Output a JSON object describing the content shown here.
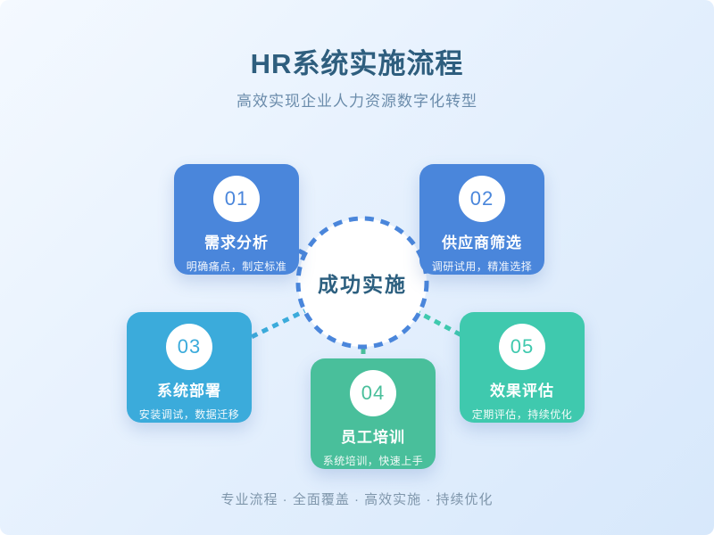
{
  "header": {
    "title": "HR系统实施流程",
    "subtitle": "高效实现企业人力资源数字化转型"
  },
  "center": {
    "label": "成功实施"
  },
  "steps": [
    {
      "number": "01",
      "title": "需求分析",
      "desc": "明确痛点，制定标准",
      "color": "#4a86db"
    },
    {
      "number": "02",
      "title": "供应商筛选",
      "desc": "调研试用，精准选择",
      "color": "#4a86db"
    },
    {
      "number": "03",
      "title": "系统部署",
      "desc": "安装调试，数据迁移",
      "color": "#3babdb"
    },
    {
      "number": "04",
      "title": "员工培训",
      "desc": "系统培训，快速上手",
      "color": "#49bf9b"
    },
    {
      "number": "05",
      "title": "效果评估",
      "desc": "定期评估，持续优化",
      "color": "#3fc9ae"
    }
  ],
  "footer": {
    "text": "专业流程 · 全面覆盖 · 高效实施 · 持续优化"
  },
  "colors": {
    "background_start": "#f4f9ff",
    "background_end": "#d7e8fb",
    "title_text": "#2e5e7e",
    "subtitle_text": "#6b8cab",
    "footer_text": "#7f96ab",
    "center_ring": "#4a86db",
    "center_fill": "#ffffff",
    "center_text": "#2c5f7f",
    "step_blue": "#4a86db",
    "step_cyan": "#3babdb",
    "step_green": "#49bf9b",
    "step_teal": "#3fc9ae"
  }
}
